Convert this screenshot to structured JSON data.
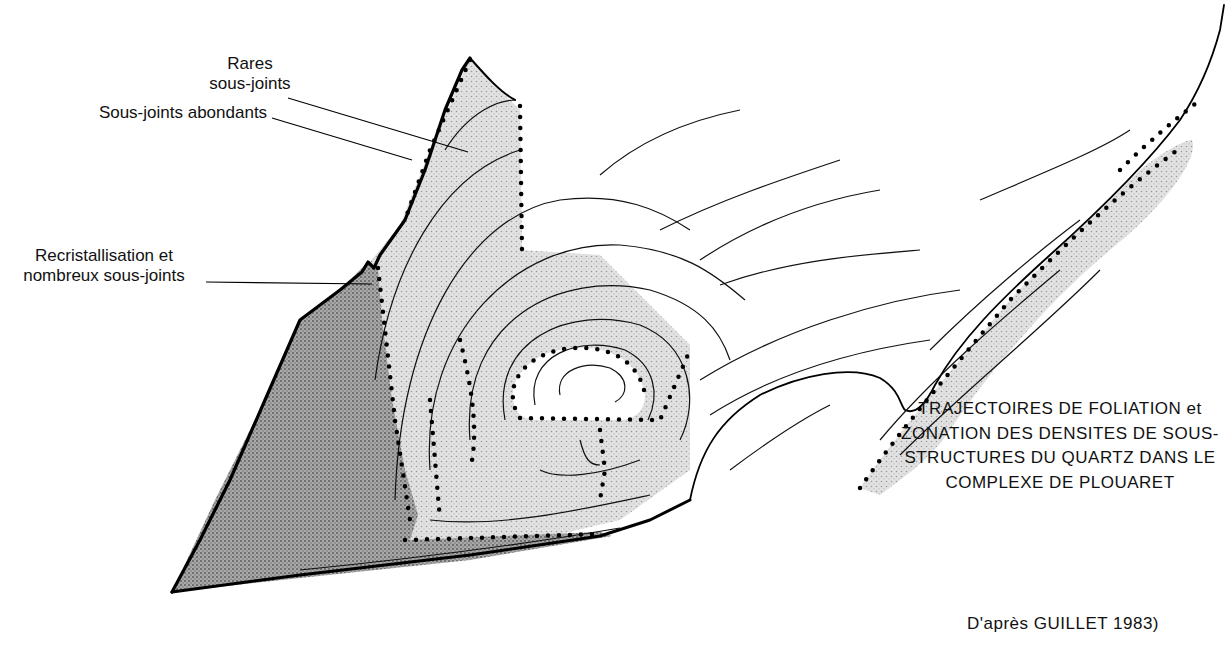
{
  "diagram": {
    "caption": "TRAJECTOIRES DE FOLIATION et ZONATION DES DENSITES DE SOUS-STRUCTURES DU QUARTZ DANS LE COMPLEXE DE PLOUARET",
    "labels": [
      "Rares sous-joints",
      "Sous-joints abondants",
      "Recristallisation et nombreux sous-joints",
      "D'après GUILLET 1983)"
    ]
  }
}
